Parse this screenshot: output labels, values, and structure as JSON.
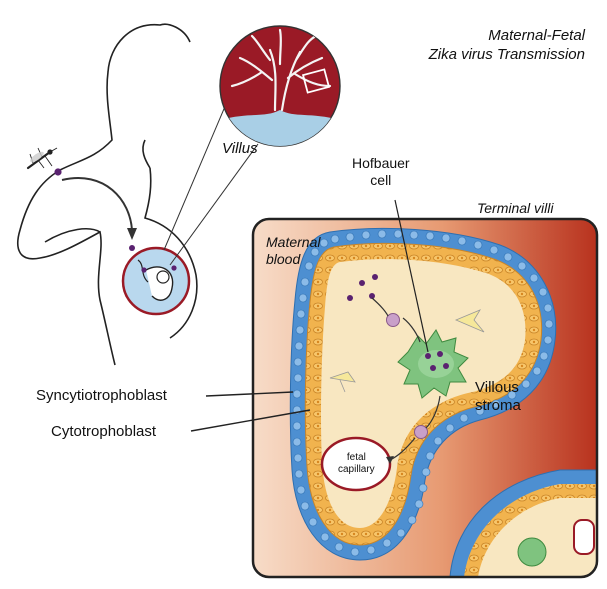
{
  "title": {
    "line1": "Maternal-Fetal",
    "line2": "Zika virus Transmission"
  },
  "labels": {
    "villus": "Villus",
    "hofbauer_cell": "Hofbauer\ncell",
    "terminal_villi": "Terminal villi",
    "maternal_blood": "Maternal\nblood",
    "villous_stroma": "Villous\nstroma",
    "fetal_capillary": "fetal\ncapillary",
    "syncytiotrophoblast": "Syncytiotrophoblast",
    "cytotrophoblast": "Cytotrophoblast"
  },
  "colors": {
    "maternal_blood_light": "#f6d3bd",
    "maternal_blood_dark": "#b8321e",
    "stroma": "#f8e7c1",
    "cytotrophoblast": "#f1b34e",
    "syncytiotrophoblast": "#4d8fd1",
    "hofbauer_cell": "#7fc37f",
    "virus": "#5a2270",
    "villus_red": "#9a1a26"
  }
}
